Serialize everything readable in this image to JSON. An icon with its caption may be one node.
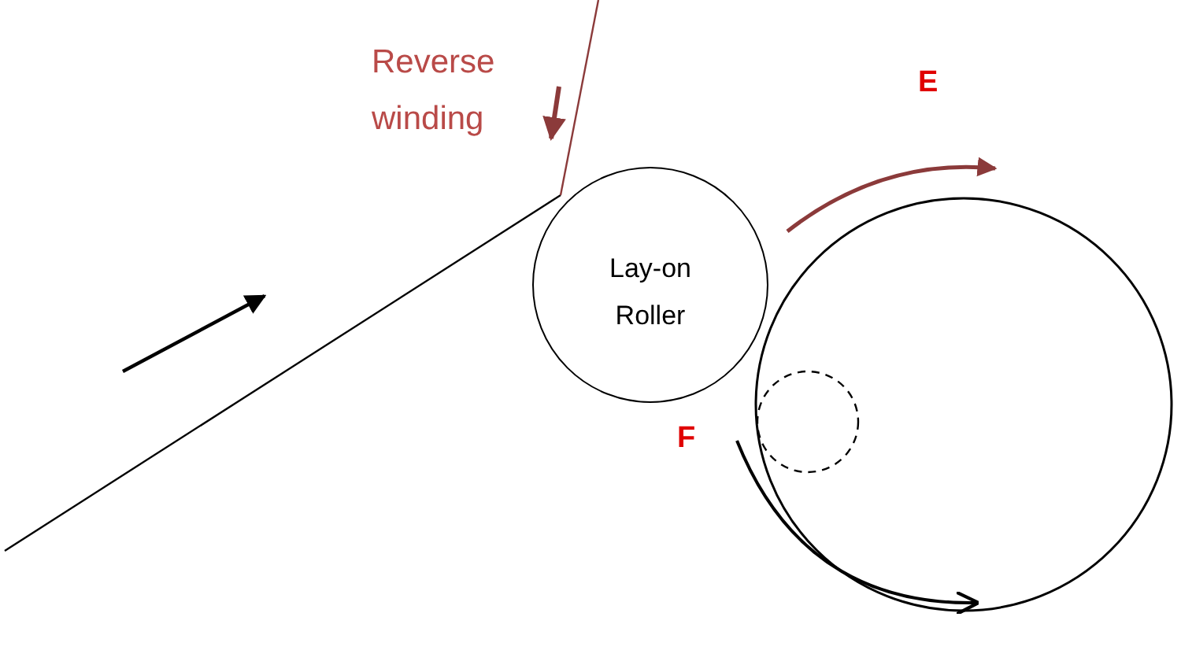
{
  "diagram": {
    "nodes": [
      {
        "text": [
          "Lay-on Roller"
        ]
      }
    ],
    "edges": [],
    "labels": [
      "Reverse winding",
      "E",
      "F"
    ]
  }
}
